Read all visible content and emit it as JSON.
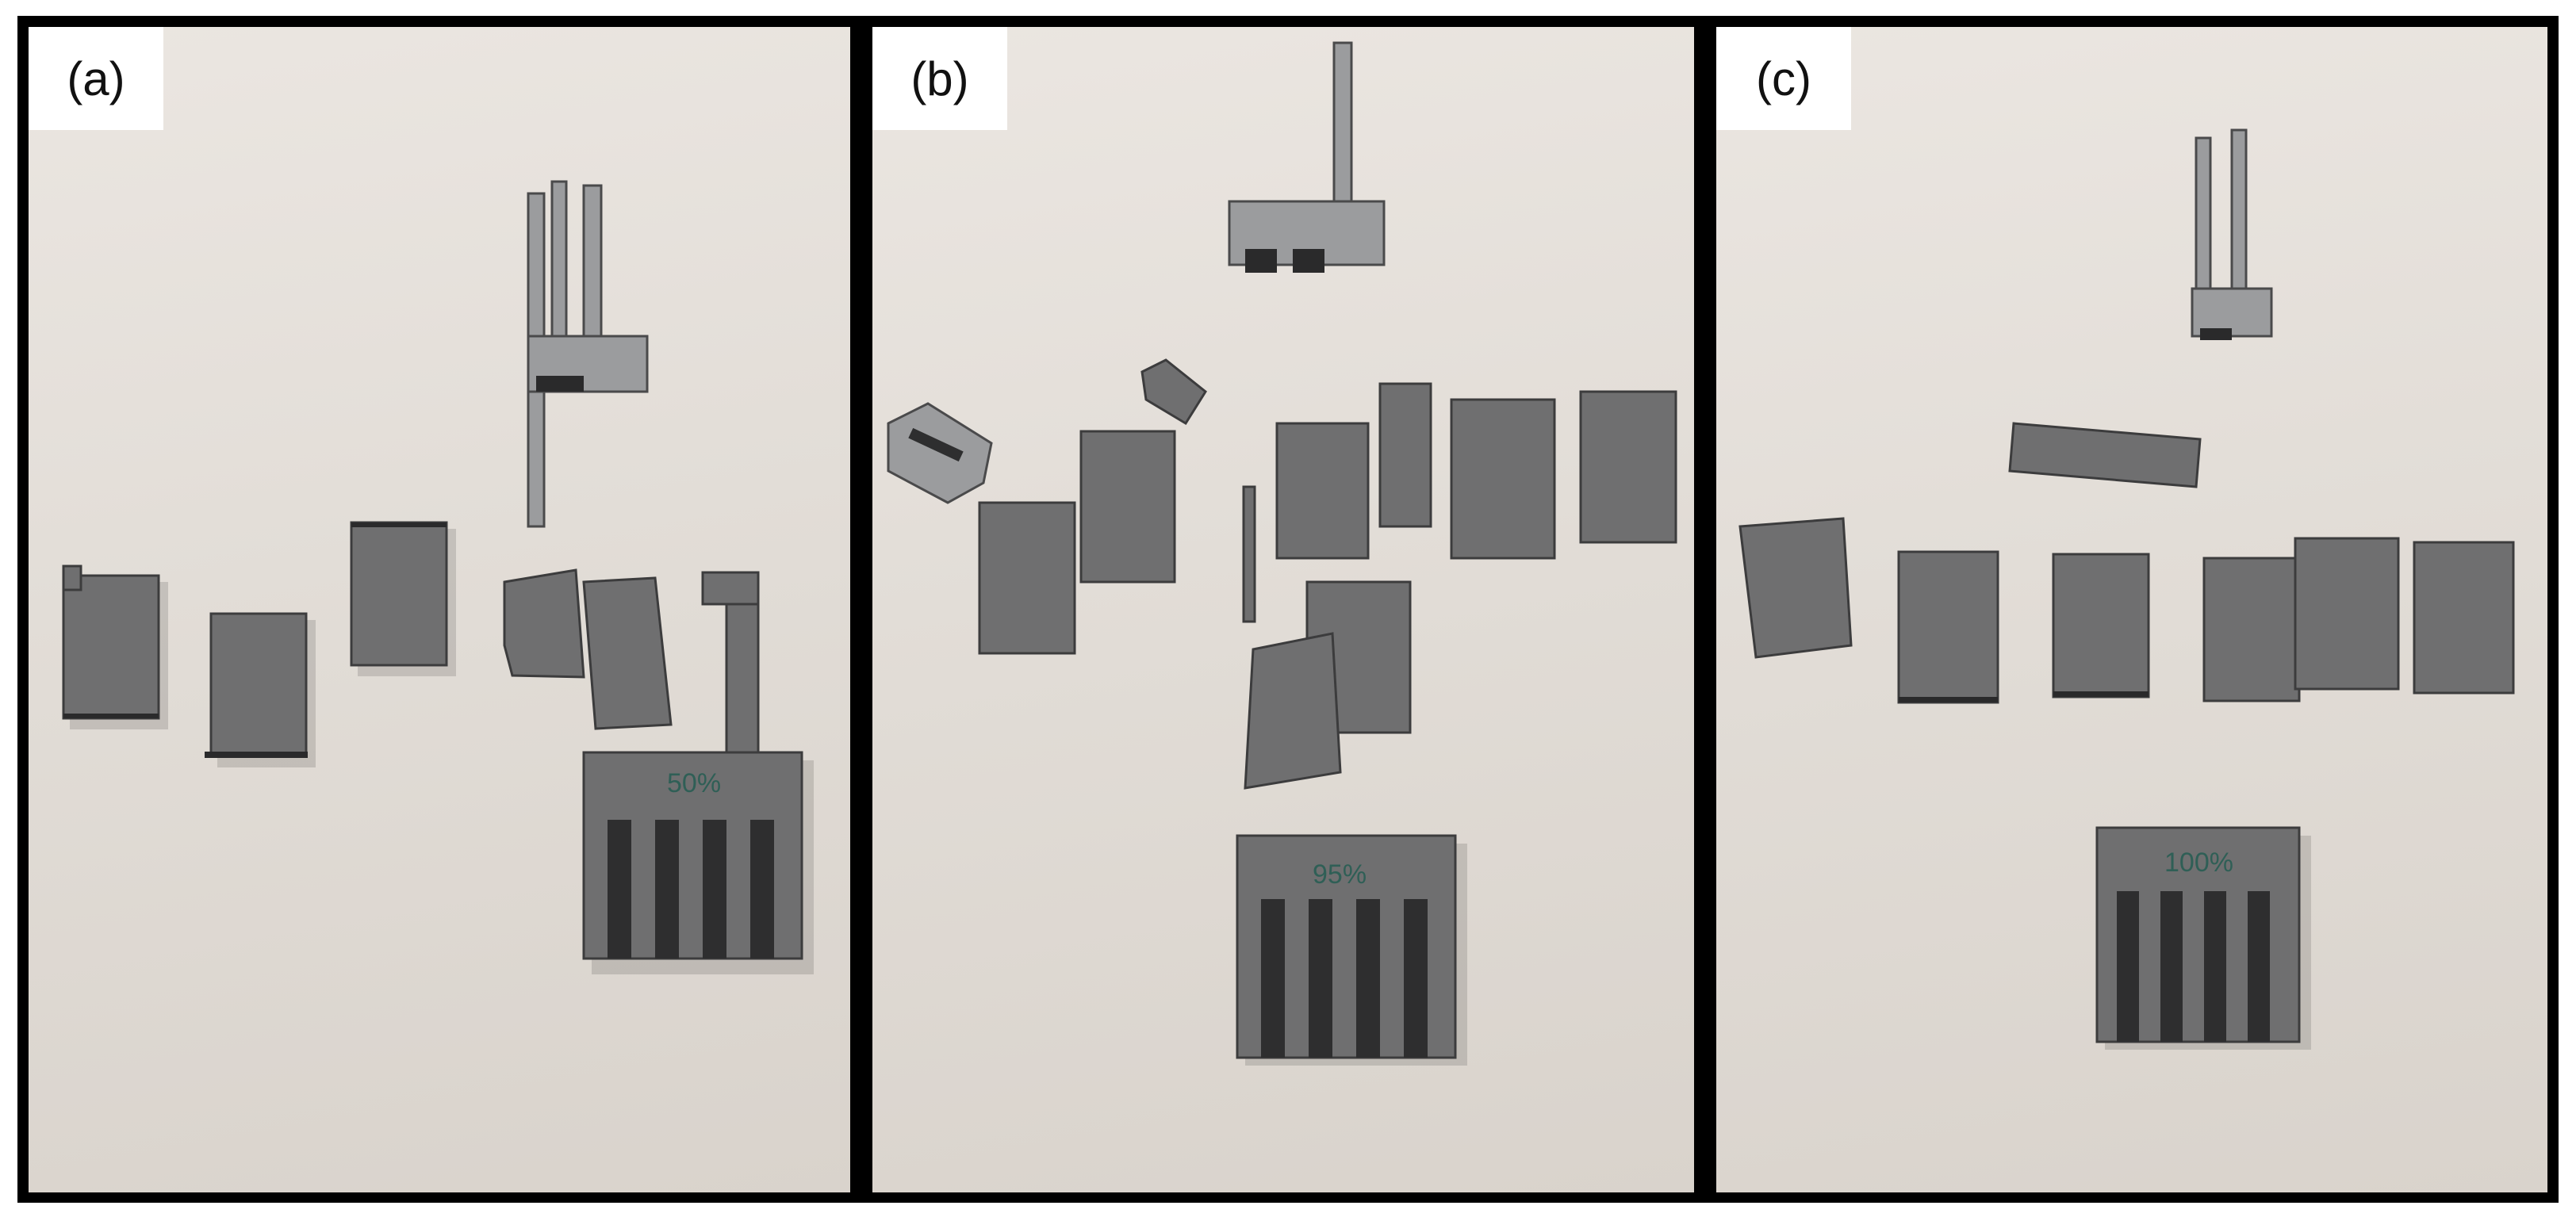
{
  "panels": [
    {
      "label": "(a)",
      "note": "50%"
    },
    {
      "label": "(b)",
      "note": "95%"
    },
    {
      "label": "(c)",
      "note": "100%"
    }
  ],
  "colors": {
    "border": "#000000",
    "background": "#e6e1db",
    "specimen": "#6f6f70",
    "specimen_light": "#9b9c9e"
  }
}
